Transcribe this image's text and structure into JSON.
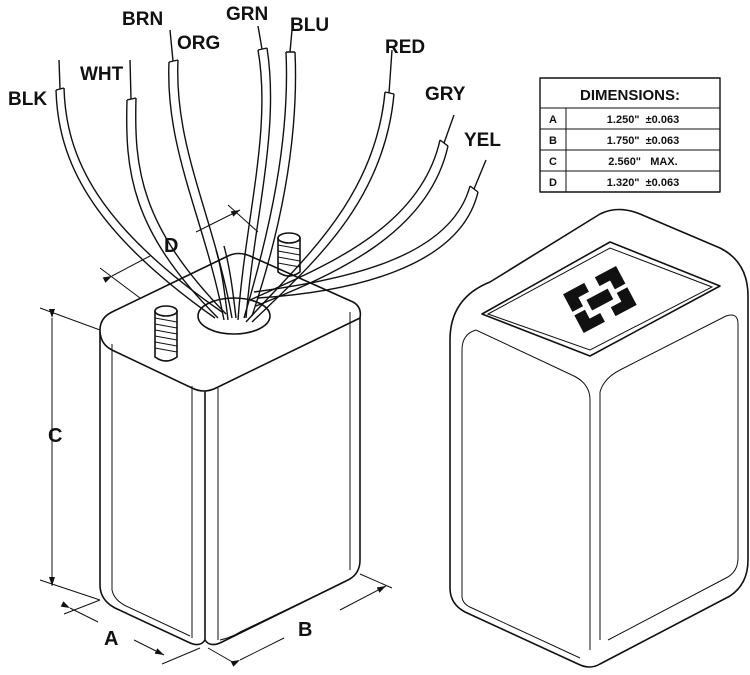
{
  "wires": [
    {
      "code": "BLK"
    },
    {
      "code": "WHT"
    },
    {
      "code": "BRN"
    },
    {
      "code": "ORG"
    },
    {
      "code": "GRN"
    },
    {
      "code": "BLU"
    },
    {
      "code": "RED"
    },
    {
      "code": "GRY"
    },
    {
      "code": "YEL"
    }
  ],
  "dimension_labels": {
    "A": "A",
    "B": "B",
    "C": "C",
    "D": "D"
  },
  "dimensions_table": {
    "title": "DIMENSIONS:",
    "rows": [
      {
        "key": "A",
        "value": "1.250\"  ±0.063"
      },
      {
        "key": "B",
        "value": "1.750\"  ±0.063"
      },
      {
        "key": "C",
        "value": "2.560\"   MAX."
      },
      {
        "key": "D",
        "value": "1.320\"  ±0.063"
      }
    ]
  },
  "colors": {
    "line": "#111111",
    "background": "#ffffff"
  },
  "icons": {
    "logo": "interlocking-arrows-logo-icon"
  }
}
